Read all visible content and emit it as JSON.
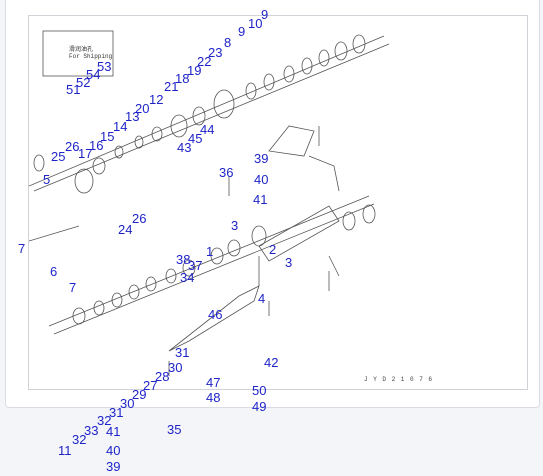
{
  "drawing": {
    "caption_line1": "滑润油孔",
    "caption_line2": "For Shipping",
    "drawing_code": "J Y D 2 1 0 7 6"
  },
  "callouts": [
    "9",
    "10",
    "8",
    "9",
    "23",
    "22",
    "19",
    "18",
    "21",
    "12",
    "20",
    "13",
    "14",
    "15",
    "16",
    "17",
    "26",
    "25",
    "5",
    "53",
    "54",
    "52",
    "51",
    "44",
    "45",
    "43",
    "39",
    "36",
    "40",
    "41",
    "26",
    "24",
    "3",
    "2",
    "3",
    "1",
    "38",
    "37",
    "34",
    "7",
    "6",
    "7",
    "4",
    "46",
    "31",
    "30",
    "28",
    "27",
    "29",
    "30",
    "31",
    "32",
    "33",
    "32",
    "11",
    "41",
    "40",
    "39",
    "35",
    "42",
    "47",
    "48",
    "50",
    "49"
  ]
}
